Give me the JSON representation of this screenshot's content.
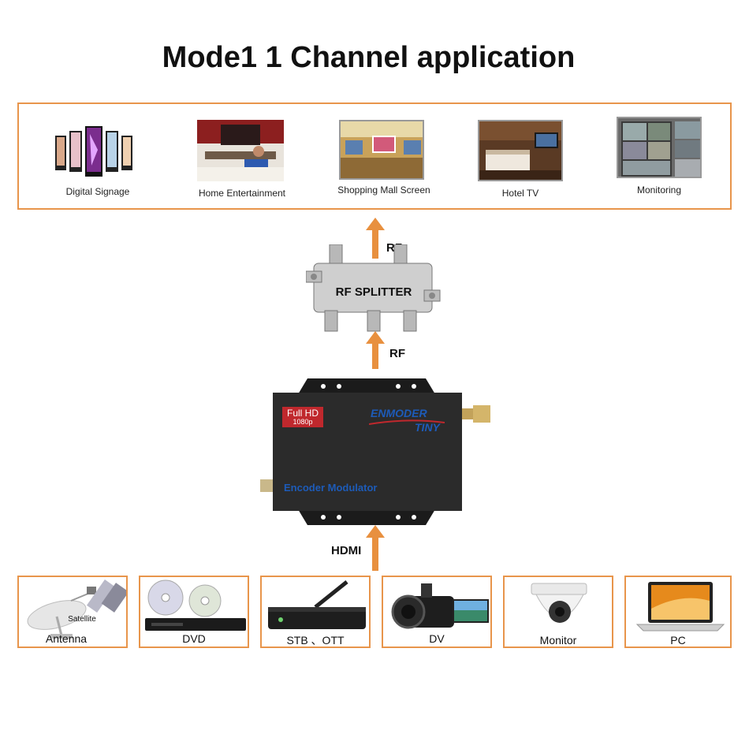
{
  "title": "Mode1 1 Channel application",
  "outputs": [
    {
      "label": "Digital Signage"
    },
    {
      "label": "Home Entertainment"
    },
    {
      "label": "Shopping Mall Screen"
    },
    {
      "label": "Hotel TV"
    },
    {
      "label": "Monitoring"
    }
  ],
  "splitter": {
    "label": "RF SPLITTER"
  },
  "arrows": {
    "rf_top": "RF",
    "rf_bottom": "RF",
    "hdmi": "HDMI"
  },
  "encoder": {
    "badge_line1": "Full HD",
    "badge_line2": "1080p",
    "brand_line1": "ENMODER",
    "brand_line2": "TINY",
    "caption": "Encoder Modulator"
  },
  "sources": [
    {
      "label": "Antenna",
      "sublabel": "Satellite"
    },
    {
      "label": "DVD"
    },
    {
      "label": "STB 、OTT"
    },
    {
      "label": "DV"
    },
    {
      "label": "Monitor"
    },
    {
      "label": "PC"
    }
  ],
  "colors": {
    "accent": "#e8954b",
    "arrow": "#e8903f",
    "encoder_text": "#1d5bb8",
    "badge": "#c0282d"
  }
}
